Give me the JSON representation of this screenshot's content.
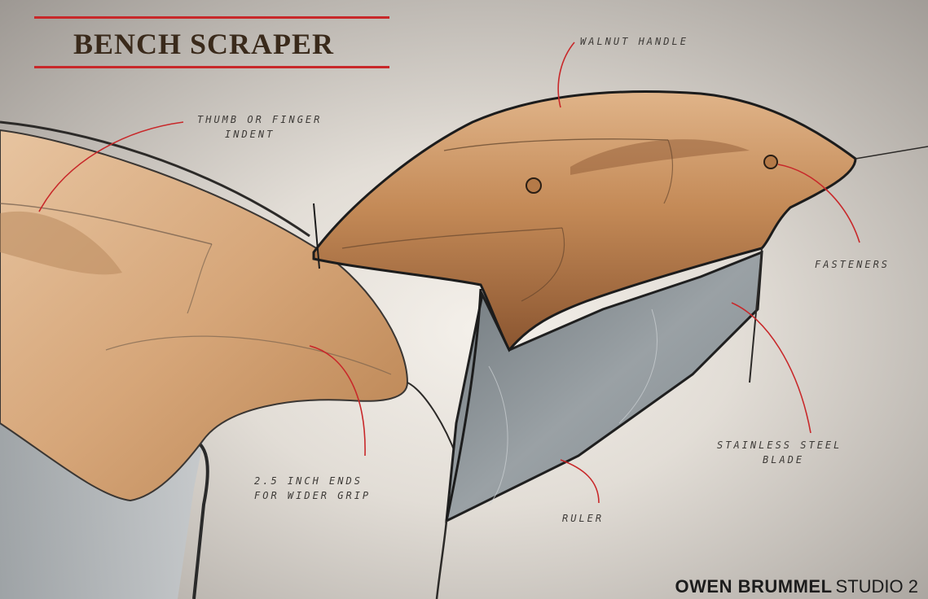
{
  "title": "BENCH SCRAPER",
  "annotations": {
    "walnut_handle": "WALNUT HANDLE",
    "thumb_indent": [
      "THUMB OR FINGER",
      "INDENT"
    ],
    "fasteners": "FASTENERS",
    "ends": [
      "2.5 INCH ENDS",
      "FOR WIDER GRIP"
    ],
    "blade": [
      "STAINLESS STEEL",
      "BLADE"
    ],
    "ruler": "RULER"
  },
  "signature": {
    "name": "OWEN BRUMMEL",
    "studio": "STUDIO 2"
  },
  "colors": {
    "accent_red": "#c8282a",
    "wood_light": "#d9ac82",
    "wood_dark": "#8a5530",
    "steel": "#8f9599",
    "title_brown": "#3a2a1b"
  }
}
